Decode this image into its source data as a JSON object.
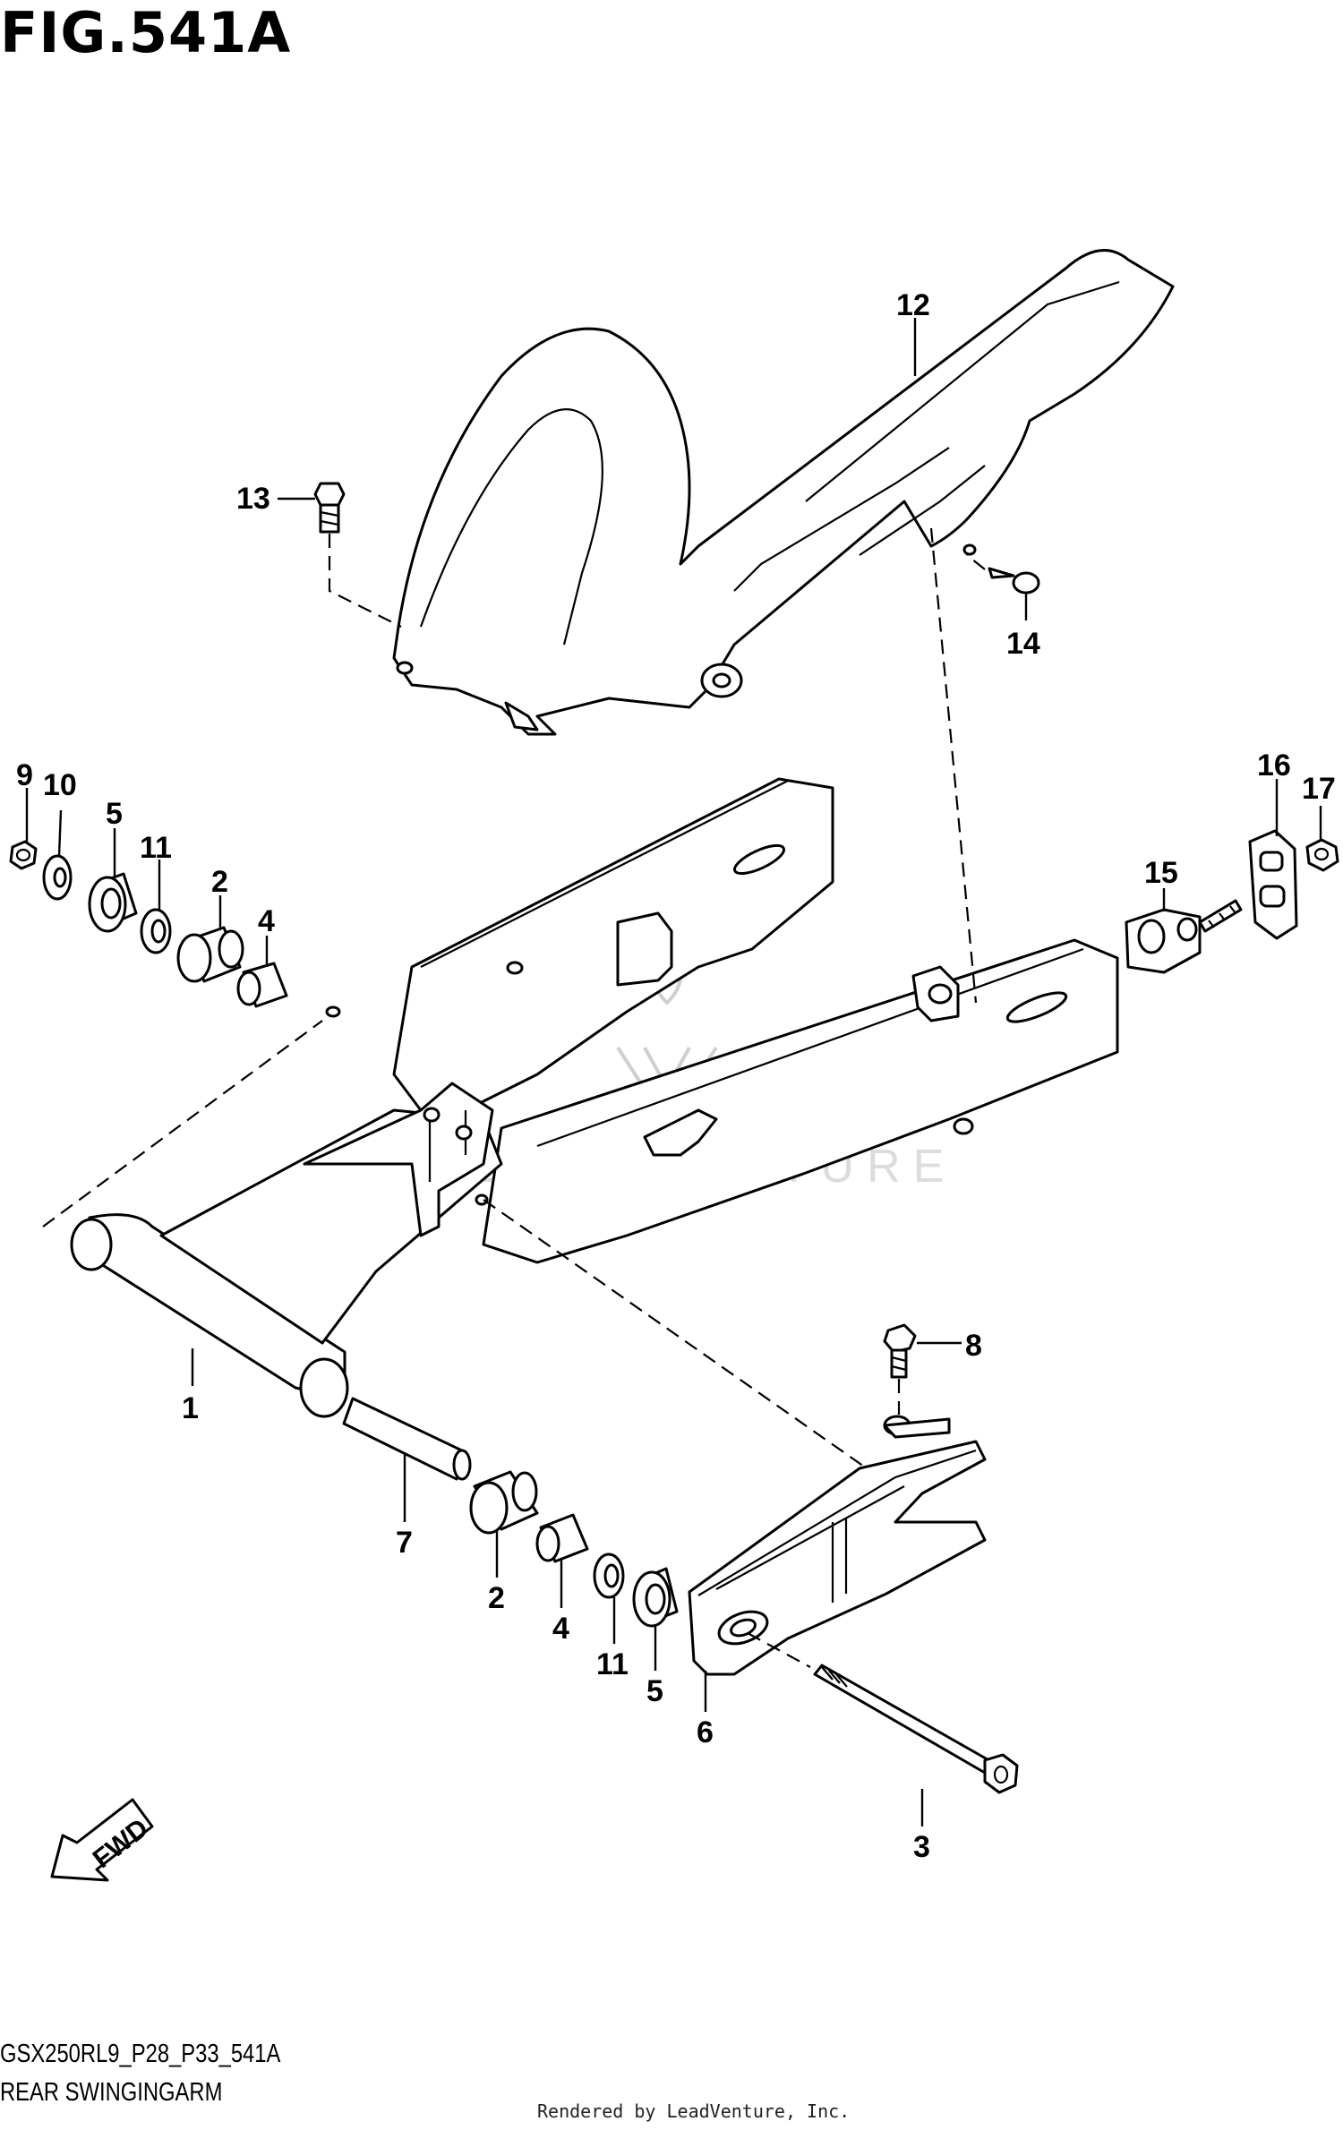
{
  "header": {
    "figure_title": "FIG.541A"
  },
  "footer": {
    "model_code": "GSX250RL9_P28_P33_541A",
    "subtitle": "REAR SWINGINGARM",
    "credit": "Rendered by LeadVenture, Inc."
  },
  "watermark": {
    "text": "LEADVENTURE"
  },
  "fwd_arrow": {
    "label": "FWD"
  },
  "callouts": {
    "c1": "1",
    "c2a": "2",
    "c2b": "2",
    "c3": "3",
    "c4a": "4",
    "c4b": "4",
    "c5a": "5",
    "c5b": "5",
    "c6": "6",
    "c7": "7",
    "c8": "8",
    "c9": "9",
    "c10": "10",
    "c11a": "11",
    "c11b": "11",
    "c12": "12",
    "c13": "13",
    "c14": "14",
    "c15": "15",
    "c16": "16",
    "c17": "17"
  }
}
